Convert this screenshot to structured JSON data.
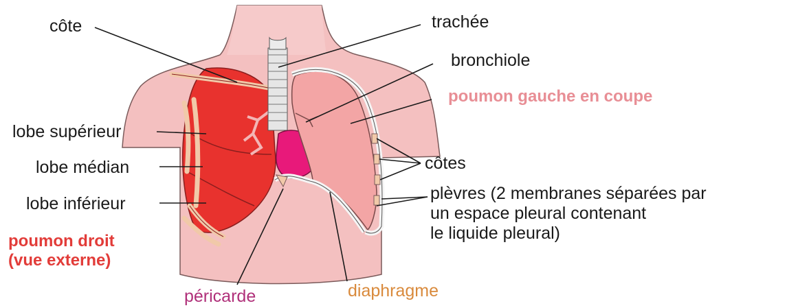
{
  "labels": {
    "cote": "côte",
    "trachee": "trachée",
    "bronchiole": "bronchiole",
    "poumon_gauche": "poumon gauche en coupe",
    "lobe_superieur": "lobe supérieur",
    "lobe_median": "lobe médian",
    "lobe_inferieur": "lobe inférieur",
    "cotes": "côtes",
    "plevres_line1": "plèvres (2 membranes séparées par",
    "plevres_line2": "un espace pleural contenant",
    "plevres_line3": "le liquide pleural)",
    "poumon_droit_line1": "poumon droit",
    "poumon_droit_line2": "(vue externe)",
    "pericarde": "péricarde",
    "diaphragme": "diaphragme"
  },
  "colors": {
    "skin": "#f4c0c0",
    "skin_outline": "#7a5a5a",
    "right_lung": "#e8322e",
    "left_lung": "#f3a5a5",
    "heart": "#e8197a",
    "trachea": "#e6e6e6",
    "rib": "#f1c9a9",
    "pleura": "#f0f0f0",
    "label_pink": "#e88e95",
    "label_red": "#e23c39",
    "label_pericarde": "#b0307a",
    "label_diaphragme": "#d98a3c"
  }
}
